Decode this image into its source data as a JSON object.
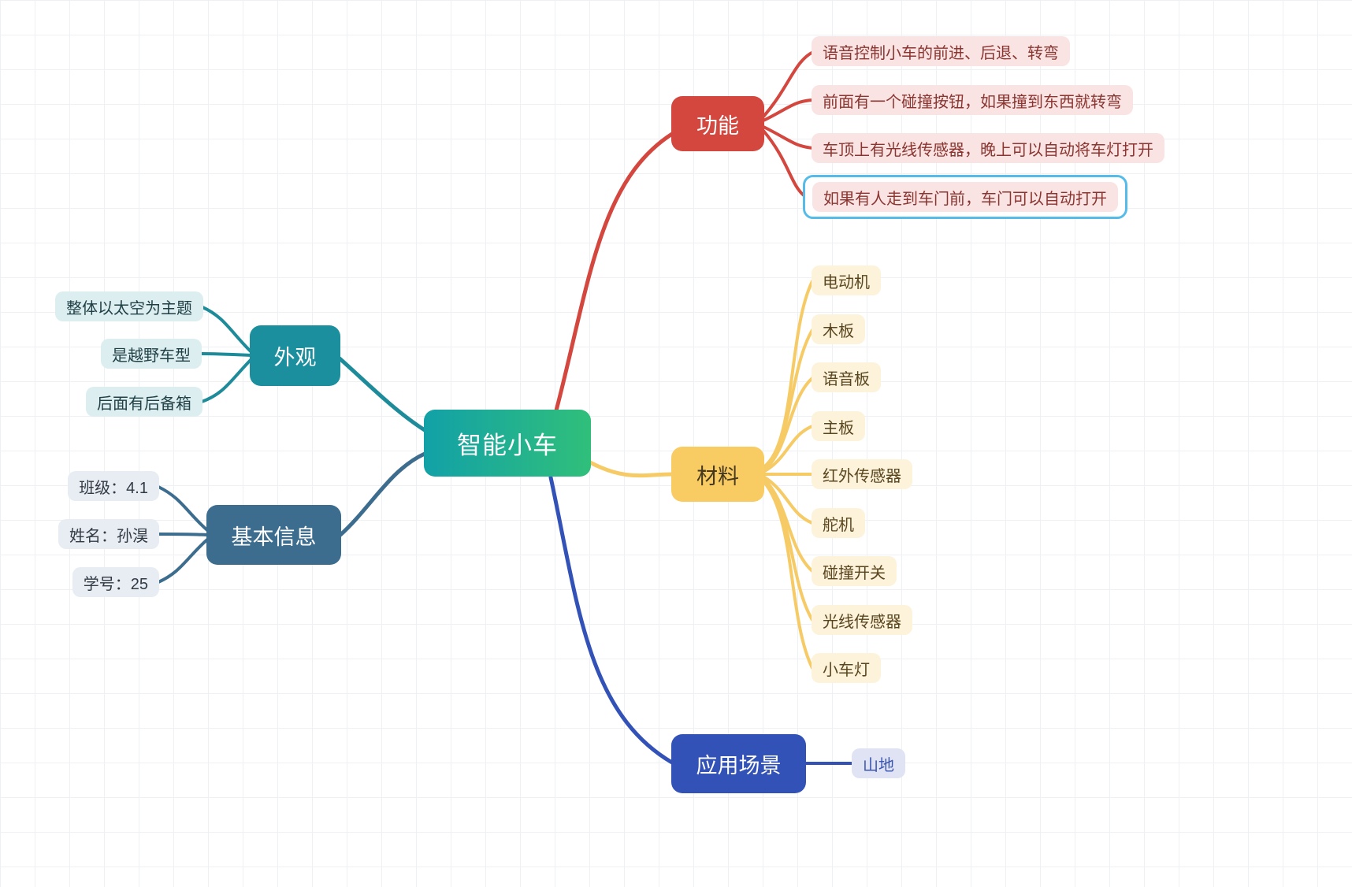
{
  "root": {
    "label": "智能小车"
  },
  "branches": [
    {
      "label": "功能",
      "color": "#d3473f",
      "children": [
        {
          "label": "语音控制小车的前进、后退、转弯"
        },
        {
          "label": "前面有一个碰撞按钮，如果撞到东西就转弯"
        },
        {
          "label": "车顶上有光线传感器，晚上可以自动将车灯打开"
        },
        {
          "label": "如果有人走到车门前，车门可以自动打开",
          "selected": true
        }
      ]
    },
    {
      "label": "外观",
      "color": "#1b8f9e",
      "children": [
        {
          "label": "整体以太空为主题"
        },
        {
          "label": "是越野车型"
        },
        {
          "label": "后面有后备箱"
        }
      ]
    },
    {
      "label": "基本信息",
      "color": "#3d6d8e",
      "children": [
        {
          "label": "班级：4.1"
        },
        {
          "label": "姓名：孙淏"
        },
        {
          "label": "学号：25"
        }
      ]
    },
    {
      "label": "材料",
      "color": "#f8cc63",
      "children": [
        {
          "label": "电动机"
        },
        {
          "label": "木板"
        },
        {
          "label": "语音板"
        },
        {
          "label": "主板"
        },
        {
          "label": "红外传感器"
        },
        {
          "label": "舵机"
        },
        {
          "label": "碰撞开关"
        },
        {
          "label": "光线传感器"
        },
        {
          "label": "小车灯"
        }
      ]
    },
    {
      "label": "应用场景",
      "color": "#3352b7",
      "children": [
        {
          "label": "山地"
        }
      ]
    }
  ],
  "selection_color": "#55bce9"
}
